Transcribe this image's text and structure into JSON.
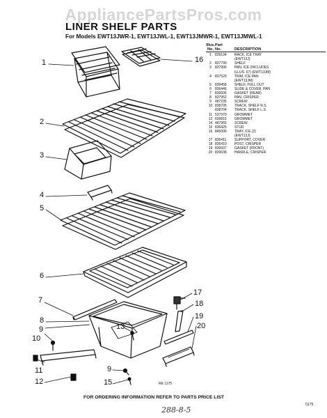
{
  "watermark": "AppliancePartsPros.com",
  "title": "LINER SHELF PARTS",
  "subtitle": "For Models EWT13JWR-1, EWT13JWL-1, EWT13JMWR-1, EWT13JMWL-1",
  "parts_table": {
    "header_line1": {
      "illus": "Illus.",
      "part": "Part",
      "desc": ""
    },
    "header_line2": {
      "illus": "No.",
      "part": "No.",
      "desc": "DESCRIPTION"
    },
    "rows": [
      {
        "no": "1",
        "part": "839134",
        "desc": "RACK, ICE TRAY"
      },
      {
        "no": "",
        "part": "",
        "desc": "(EWT13J)"
      },
      {
        "no": "2",
        "part": "837790",
        "desc": "SHELF"
      },
      {
        "no": "3",
        "part": "837906",
        "desc": "PAN, ICE (INCLUDES"
      },
      {
        "no": "",
        "part": "",
        "desc": "ILLUS. 67) (EWT13JM)"
      },
      {
        "no": "4",
        "part": "837529",
        "desc": "TRIM, ICE PAN"
      },
      {
        "no": "",
        "part": "",
        "desc": "(EWT13JM)"
      },
      {
        "no": "5",
        "part": "839458",
        "desc": "SHELF, PULL OUT"
      },
      {
        "no": "6",
        "part": "836446",
        "desc": "SLIDE & COVER, PAN"
      },
      {
        "no": "7",
        "part": "839936",
        "desc": "GASKET (REAR)"
      },
      {
        "no": "8",
        "part": "837952",
        "desc": "PAN, CRISPER"
      },
      {
        "no": "9",
        "part": "487235",
        "desc": "SCREW"
      },
      {
        "no": "10",
        "part": "838705",
        "desc": "TRACK, SHELF R.S."
      },
      {
        "no": "",
        "part": "838704",
        "desc": "TRACK, SHELF L.S."
      },
      {
        "no": "11",
        "part": "537970",
        "desc": "GROMMET"
      },
      {
        "no": "12",
        "part": "609815",
        "desc": "GROMMET"
      },
      {
        "no": "14",
        "part": "487955",
        "desc": "SCREW"
      },
      {
        "no": "15",
        "part": "836425",
        "desc": "STUD"
      },
      {
        "no": "16",
        "part": "845006",
        "desc": "TRAY, ICE (2)"
      },
      {
        "no": "",
        "part": "",
        "desc": "(EWT13J)"
      },
      {
        "no": "17",
        "part": "836411",
        "desc": "SUPPORT, COVER"
      },
      {
        "no": "18",
        "part": "836410",
        "desc": "POST, CRISPER"
      },
      {
        "no": "19",
        "part": "839937",
        "desc": "GASKET (FRONT)"
      },
      {
        "no": "20",
        "part": "839638",
        "desc": "HANDLE, CRISPER"
      }
    ]
  },
  "callouts": {
    "c1": "1",
    "c16": "16",
    "c2": "2",
    "c3": "3",
    "c4": "4",
    "c5": "5",
    "c6": "6",
    "c17": "17",
    "c7": "7",
    "c18": "18",
    "c8": "8",
    "c19": "19",
    "c13": "13",
    "c20": "20",
    "c9a": "9",
    "c10": "10",
    "c11": "11",
    "c9b": "9",
    "c15": "15",
    "c12": "12"
  },
  "drawing_code": "RE 1175",
  "footer": "FOR ORDERING INFORMATION REFER TO PARTS PRICE LIST",
  "page_id": "7|175",
  "handwriting": "288-8-5"
}
